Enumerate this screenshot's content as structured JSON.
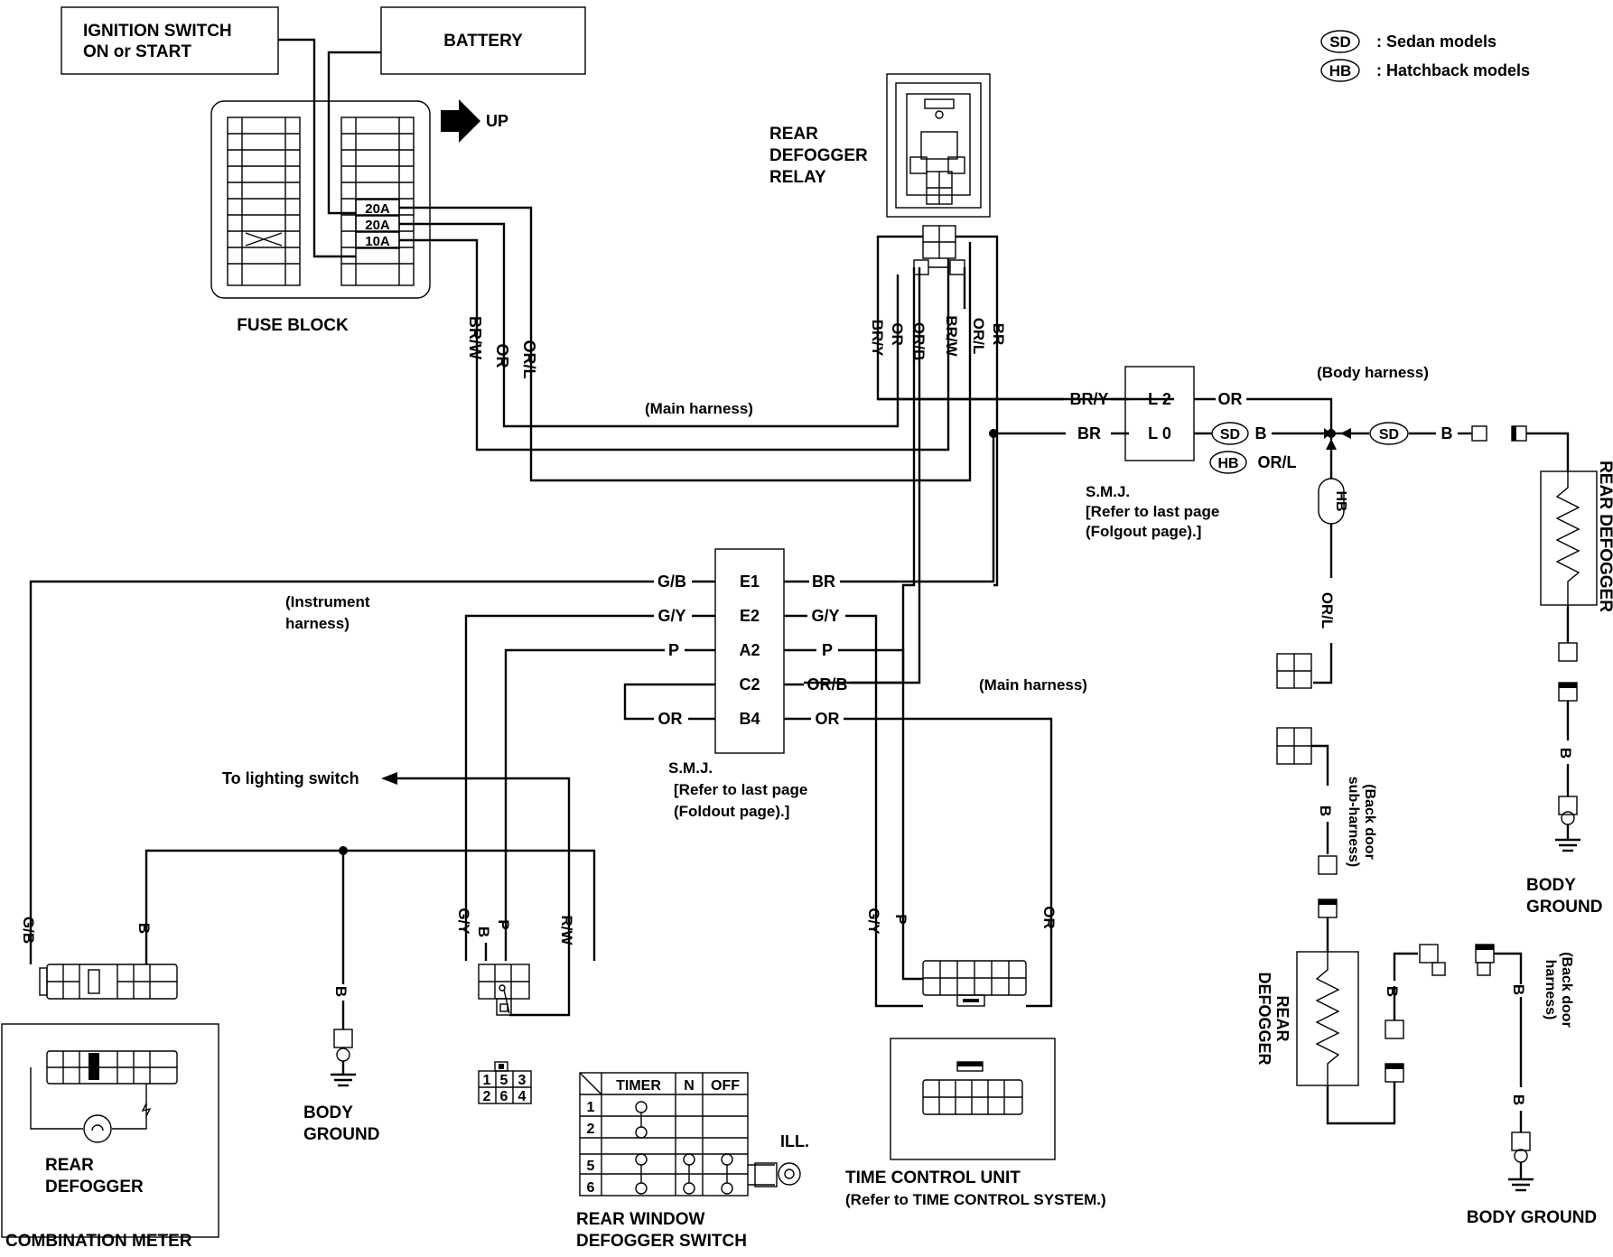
{
  "legend": {
    "sd_badge": "SD",
    "sd_text": ": Sedan models",
    "hb_badge": "HB",
    "hb_text": ": Hatchback models"
  },
  "labels": {
    "ignition_1": "IGNITION SWITCH",
    "ignition_2": "ON or START",
    "battery": "BATTERY",
    "up": "UP",
    "fuse_block": "FUSE BLOCK",
    "fuse_1": "20A",
    "fuse_2": "20A",
    "fuse_3": "10A",
    "relay_1": "REAR",
    "relay_2": "DEFOGGER",
    "relay_3": "RELAY",
    "main_harness_1": "(Main harness)",
    "main_harness_2": "(Main harness)",
    "body_harness": "(Body harness)",
    "instrument_harness_1": "(Instrument",
    "instrument_harness_2": "harness)",
    "smj_a_1": "S.M.J.",
    "smj_a_2": "[Refer to last page",
    "smj_a_3": "(Folgout page).]",
    "smj_b_1": "S.M.J.",
    "smj_b_2": "[Refer to last page",
    "smj_b_3": "(Foldout page).]",
    "to_lighting": "To lighting switch",
    "body_ground_1": "BODY",
    "body_ground_2": "GROUND",
    "body_ground_right_1": "BODY",
    "body_ground_right_2": "GROUND",
    "body_ground_bottom": "BODY GROUND",
    "rear_defogger_meter_1": "REAR",
    "rear_defogger_meter_2": "DEFOGGER",
    "combination_meter": "COMBINATION METER",
    "rear_window_1": "REAR WINDOW",
    "rear_window_2": "DEFOGGER SWITCH",
    "ill": "ILL.",
    "tcu_1": "TIME CONTROL UNIT",
    "tcu_2": "(Refer to TIME CONTROL SYSTEM.)",
    "rear_defogger_vert": "REAR DEFOGGER",
    "rear_defogger_hb_1": "REAR",
    "rear_defogger_hb_2": "DEFOGGER",
    "back_door_sub_1": "(Back door",
    "back_door_sub_2": "sub-harness)",
    "back_door_1": "(Back door",
    "back_door_2": "harness)"
  },
  "wires": {
    "br_w": "BR/W",
    "or": "OR",
    "or_l": "OR/L",
    "relay_br_y": "BR/Y",
    "relay_or": "OR",
    "relay_or_b": "OR/B",
    "relay_br_w": "BR/W",
    "relay_or_l": "OR/L",
    "relay_br": "BR",
    "smj_br_y": "BR/Y",
    "smj_br": "BR",
    "smj_or": "OR",
    "sd_b": "B",
    "hb_or_l": "OR/L",
    "sd_b2": "B",
    "vert_or_l": "OR/L",
    "bd_b": "B",
    "rd_b": "B",
    "g_b_left": "G/B",
    "g_y_left": "G/Y",
    "p_left": "P",
    "or_left": "OR",
    "br_right": "BR",
    "g_y_right": "G/Y",
    "p_right": "P",
    "or_b_right": "OR/B",
    "or_right": "OR",
    "meter_g_b": "G/B",
    "meter_b": "B",
    "gnd_b": "B",
    "sw_g_y": "G/Y",
    "sw_b": "B",
    "sw_p": "P",
    "sw_r_w": "R/W",
    "tcu_g_y": "G/Y",
    "tcu_p": "P",
    "tcu_or": "OR",
    "hb_b1": "B",
    "hb_b2": "B",
    "hb_b3": "B"
  },
  "terminals": {
    "l2": "L 2",
    "l0": "L 0",
    "e1": "E1",
    "e2": "E2",
    "a2": "A2",
    "c2": "C2",
    "b4": "B4"
  },
  "switch_table": {
    "h_timer": "TIMER",
    "h_n": "N",
    "h_off": "OFF",
    "rows": [
      "1",
      "2",
      "5",
      "6"
    ]
  },
  "connector_pins": {
    "p1": "1",
    "p5": "5",
    "p3": "3",
    "p2": "2",
    "p6": "6",
    "p4": "4"
  }
}
